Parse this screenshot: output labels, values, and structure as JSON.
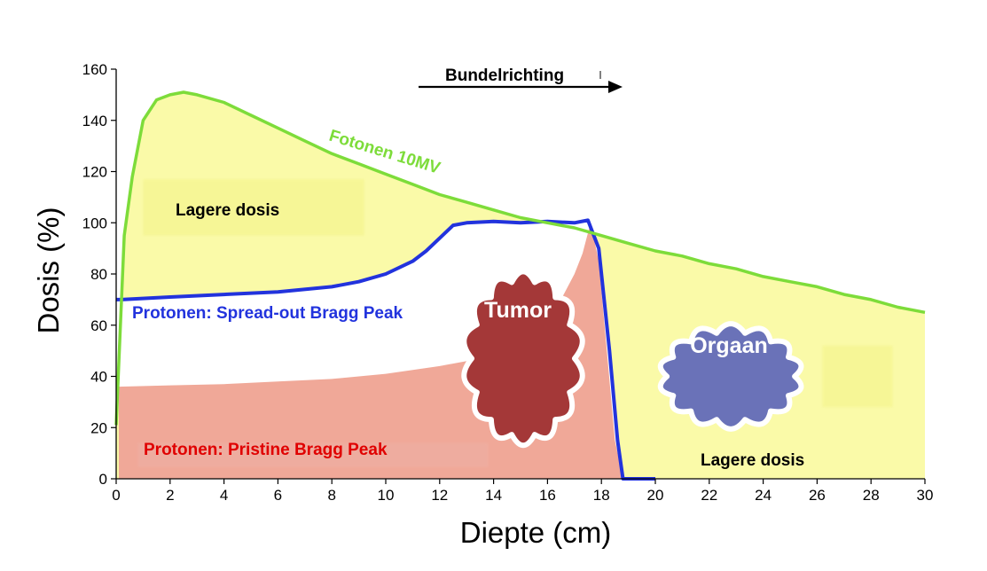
{
  "chart_data": {
    "type": "line",
    "xlabel": "Diepte (cm)",
    "ylabel": "Dosis (%)",
    "xlim": [
      0,
      30
    ],
    "ylim": [
      0,
      160
    ],
    "xticks": [
      0,
      2,
      4,
      6,
      8,
      10,
      12,
      14,
      16,
      18,
      20,
      22,
      24,
      26,
      28,
      30
    ],
    "yticks": [
      0,
      20,
      40,
      60,
      80,
      100,
      120,
      140,
      160
    ],
    "grid": false,
    "series": [
      {
        "name": "Fotonen 10MV",
        "color": "#7ddc3a",
        "x": [
          0,
          0.3,
          0.6,
          1,
          1.5,
          2,
          2.5,
          3,
          4,
          5,
          6,
          7,
          8,
          9,
          10,
          11,
          12,
          13,
          14,
          15,
          16,
          17,
          18,
          19,
          20,
          21,
          22,
          23,
          24,
          25,
          26,
          27,
          28,
          29,
          30
        ],
        "y": [
          21,
          95,
          118,
          140,
          148,
          150,
          151,
          150,
          147,
          142,
          137,
          132,
          127,
          123,
          119,
          115,
          111,
          108,
          105,
          102,
          100,
          98,
          95,
          92,
          89,
          87,
          84,
          82,
          79,
          77,
          75,
          72,
          70,
          67,
          65
        ]
      },
      {
        "name": "Protonen: Spread-out Bragg Peak",
        "color": "#2233dd",
        "x": [
          0,
          0.2,
          2,
          4,
          6,
          8,
          9,
          10,
          11,
          11.5,
          12,
          12.5,
          13,
          14,
          15,
          16,
          17,
          17.5,
          17.9,
          18.3,
          18.6,
          18.8,
          19,
          20
        ],
        "y": [
          70,
          70,
          71,
          72,
          73,
          75,
          77,
          80,
          85,
          89,
          94,
          99,
          100,
          100.5,
          100,
          100.5,
          100,
          101,
          90,
          50,
          15,
          0,
          0,
          0
        ]
      },
      {
        "name": "Protonen: Pristine Bragg Peak",
        "color": "#f0a898",
        "x": [
          0.1,
          2,
          4,
          6,
          8,
          10,
          12,
          13,
          14,
          15,
          15.5,
          16,
          16.5,
          17,
          17.3,
          17.6,
          17.9,
          18.2,
          18.5,
          18.8
        ],
        "y": [
          36,
          36.5,
          37,
          38,
          39,
          41,
          44,
          46,
          49,
          54,
          58,
          63,
          70,
          80,
          88,
          100,
          85,
          50,
          15,
          0
        ]
      }
    ],
    "annotations": {
      "beam_direction": "Bundelrichting",
      "photon_label": "Fotonen 10MV",
      "sobp_label": "Protonen: Spread-out Bragg Peak",
      "pristine_label": "Protonen: Pristine Bragg Peak",
      "lower_dose_left": "Lagere dosis",
      "lower_dose_right": "Lagere dosis",
      "tumor": "Tumor",
      "organ": "Orgaan"
    },
    "colors": {
      "low_dose_fill": "#fafaa8",
      "low_dose_box": "#f5f590",
      "tumor": "#a43838",
      "organ": "#6a72b8",
      "pristine_text": "#e00000",
      "sobp_text": "#2233dd",
      "photon_text": "#7ddc3a"
    }
  }
}
